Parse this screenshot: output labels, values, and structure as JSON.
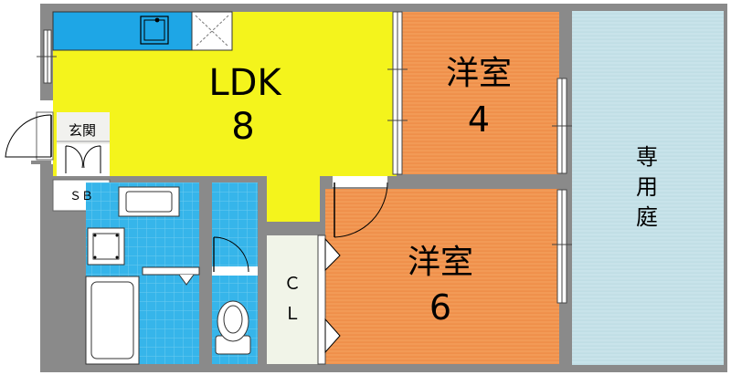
{
  "floorplan": {
    "rooms": {
      "ldk": {
        "name": "LDK",
        "size": "8"
      },
      "western_1": {
        "name": "洋室",
        "size": "4"
      },
      "western_2": {
        "name": "洋室",
        "size": "6"
      },
      "entrance": {
        "name": "玄関"
      },
      "shoe_box": {
        "name": "ＳＢ"
      },
      "closet": {
        "line1": "Ｃ",
        "line2": "Ｌ"
      },
      "garden": {
        "line1": "専",
        "line2": "用",
        "line3": "庭"
      }
    },
    "colors": {
      "ldk": "#f4f41c",
      "western": "#f29a56",
      "garden": "#c8e3ea",
      "kitchen": "#1ea6e6",
      "wet": "#36b5ea",
      "wall": "#8a8a8a",
      "closet": "#f1f4e8"
    }
  }
}
